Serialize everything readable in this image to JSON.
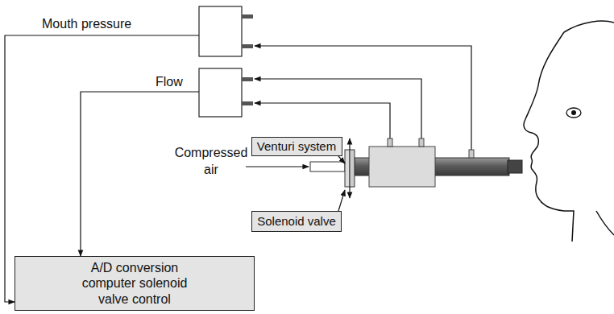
{
  "diagram": {
    "nodes": [
      {
        "text": [
          "Venturi system"
        ]
      },
      {
        "text": [
          "Solenoid valve"
        ]
      },
      {
        "text": [
          "A/D conversion computer solenoid valve control"
        ]
      }
    ],
    "labels": [
      "Mouth pressure",
      "Flow",
      "Compressed air"
    ]
  }
}
